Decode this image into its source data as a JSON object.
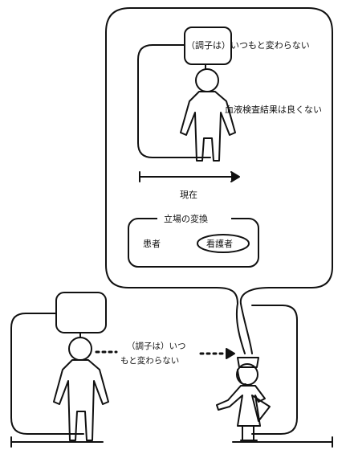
{
  "bubble": {
    "patient_quote": "（調子は）いつもと変わらない",
    "test_result": "血液検査結果は良くない",
    "now": "現在"
  },
  "perspective_box": {
    "title": "立場の変換",
    "option_patient": "患者",
    "option_nurse": "看護者"
  },
  "bottom": {
    "quote_line1": "（調子は）いつ",
    "quote_line2": "もと変わらない"
  },
  "colors": {
    "ink": "#111111",
    "background": "#ffffff"
  }
}
